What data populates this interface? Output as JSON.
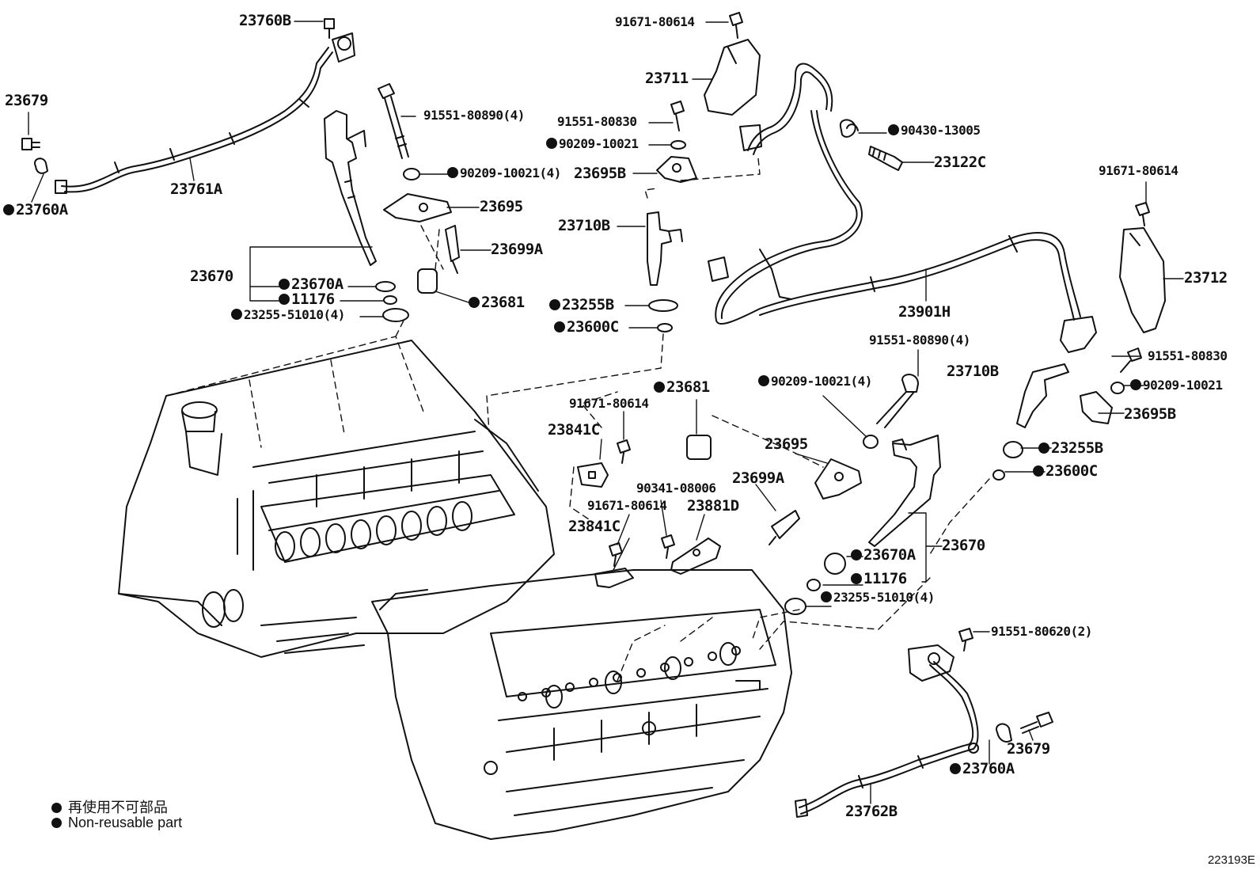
{
  "labels": {
    "p23760b_top": "23760B",
    "p23679_left": "23679",
    "p23760a_left": "23760A",
    "p23761a": "23761A",
    "p91551_80890_4_top": "91551-80890(4)",
    "p90209_10021_4_top": "90209-10021(4)",
    "p23695_top": "23695",
    "p23699a_top": "23699A",
    "p23670_left": "23670",
    "p23670a_left": "23670A",
    "p11176_left": "11176",
    "p23255_51010_left": "23255-51010(4)",
    "p23681_top": "23681",
    "p91671_80614_top": "91671-80614",
    "p23711": "23711",
    "p91551_80830_top": "91551-80830",
    "p90209_10021_top": "90209-10021",
    "p23695b_top": "23695B",
    "p23710b_top": "23710B",
    "p23255b_top": "23255B",
    "p23600c_top": "23600C",
    "p90430_13005": "90430-13005",
    "p23122c": "23122C",
    "p91671_80614_right": "91671-80614",
    "p23712": "23712",
    "p23901h": "23901H",
    "p91551_80890_4_right": "91551-80890(4)",
    "p90209_10021_4_right": "90209-10021(4)",
    "p23710b_right": "23710B",
    "p91551_80830_right": "91551-80830",
    "p90209_10021_right": "90209-10021",
    "p23695b_right": "23695B",
    "p23255b_right": "23255B",
    "p23600c_right": "23600C",
    "p23681_mid": "23681",
    "p91671_80614_mid": "91671-80614",
    "p23841c_mid": "23841C",
    "p23695_mid": "23695",
    "p23699a_mid": "23699A",
    "p90341_08006": "90341-08006",
    "p91671_80614_low": "91671-80614",
    "p23881d": "23881D",
    "p23841c_low": "23841C",
    "p23670_right": "23670",
    "p23670a_right": "23670A",
    "p11176_right": "11176",
    "p23255_51010_right": "23255-51010(4)",
    "p91551_80620_2": "91551-80620(2)",
    "p23679_right": "23679",
    "p23760a_right": "23760A",
    "p23762b": "23762B"
  },
  "legend": {
    "line1": "再使用不可部品",
    "line2": "Non-reusable part"
  },
  "diagram_code": "223193E"
}
